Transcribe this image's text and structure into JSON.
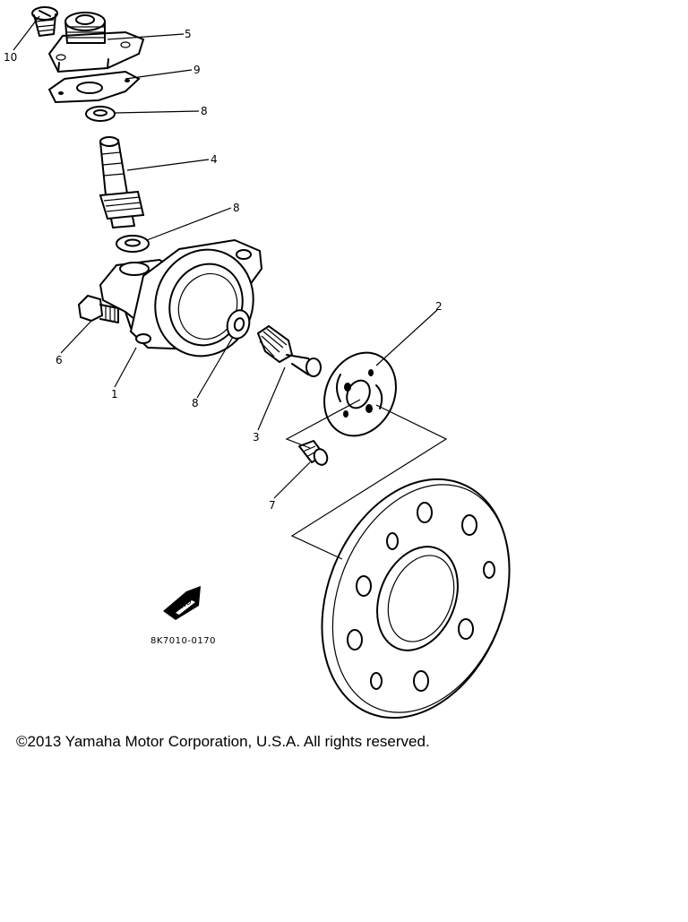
{
  "diagram": {
    "callouts": {
      "c1": "1",
      "c2": "2",
      "c3": "3",
      "c4": "4",
      "c5": "5",
      "c6": "6",
      "c7": "7",
      "c8a": "8",
      "c8b": "8",
      "c8c": "8",
      "c9": "9",
      "c10": "10"
    },
    "drawing_code": "8K7010-0170",
    "fwd_label": "FWD"
  },
  "footer": {
    "copyright": "©2013 Yamaha Motor Corporation, U.S.A. All rights reserved."
  }
}
